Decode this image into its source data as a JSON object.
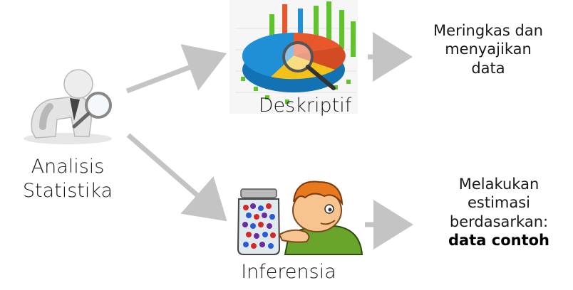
{
  "nodes": {
    "analisis": [
      "Analisis",
      "Statistika"
    ],
    "deskriptif": "Deskriptif",
    "inferensia": "Inferensia",
    "deskriptif_result": [
      "Meringkas dan",
      "menyajikan",
      "data"
    ],
    "inferensia_result": [
      "Melakukan",
      "estimasi",
      "berdasarkan:"
    ],
    "inferensia_result_bold": "data contoh"
  },
  "colors": {
    "arrow": "#c4c4c4",
    "pie_blue": "#1f8fd6",
    "pie_yellow": "#f2c21b",
    "pie_orange": "#e8572a",
    "bars_green": "#5fc42a",
    "jar_glass": "#dfe9ee",
    "character_skin": "#f7c48f",
    "character_hair": "#e87a1d",
    "character_shirt": "#6aa52b"
  },
  "icons": [
    "analyst-figure-icon",
    "pie-chart-magnifier-icon",
    "candy-jar-icon",
    "thinking-boy-icon"
  ]
}
